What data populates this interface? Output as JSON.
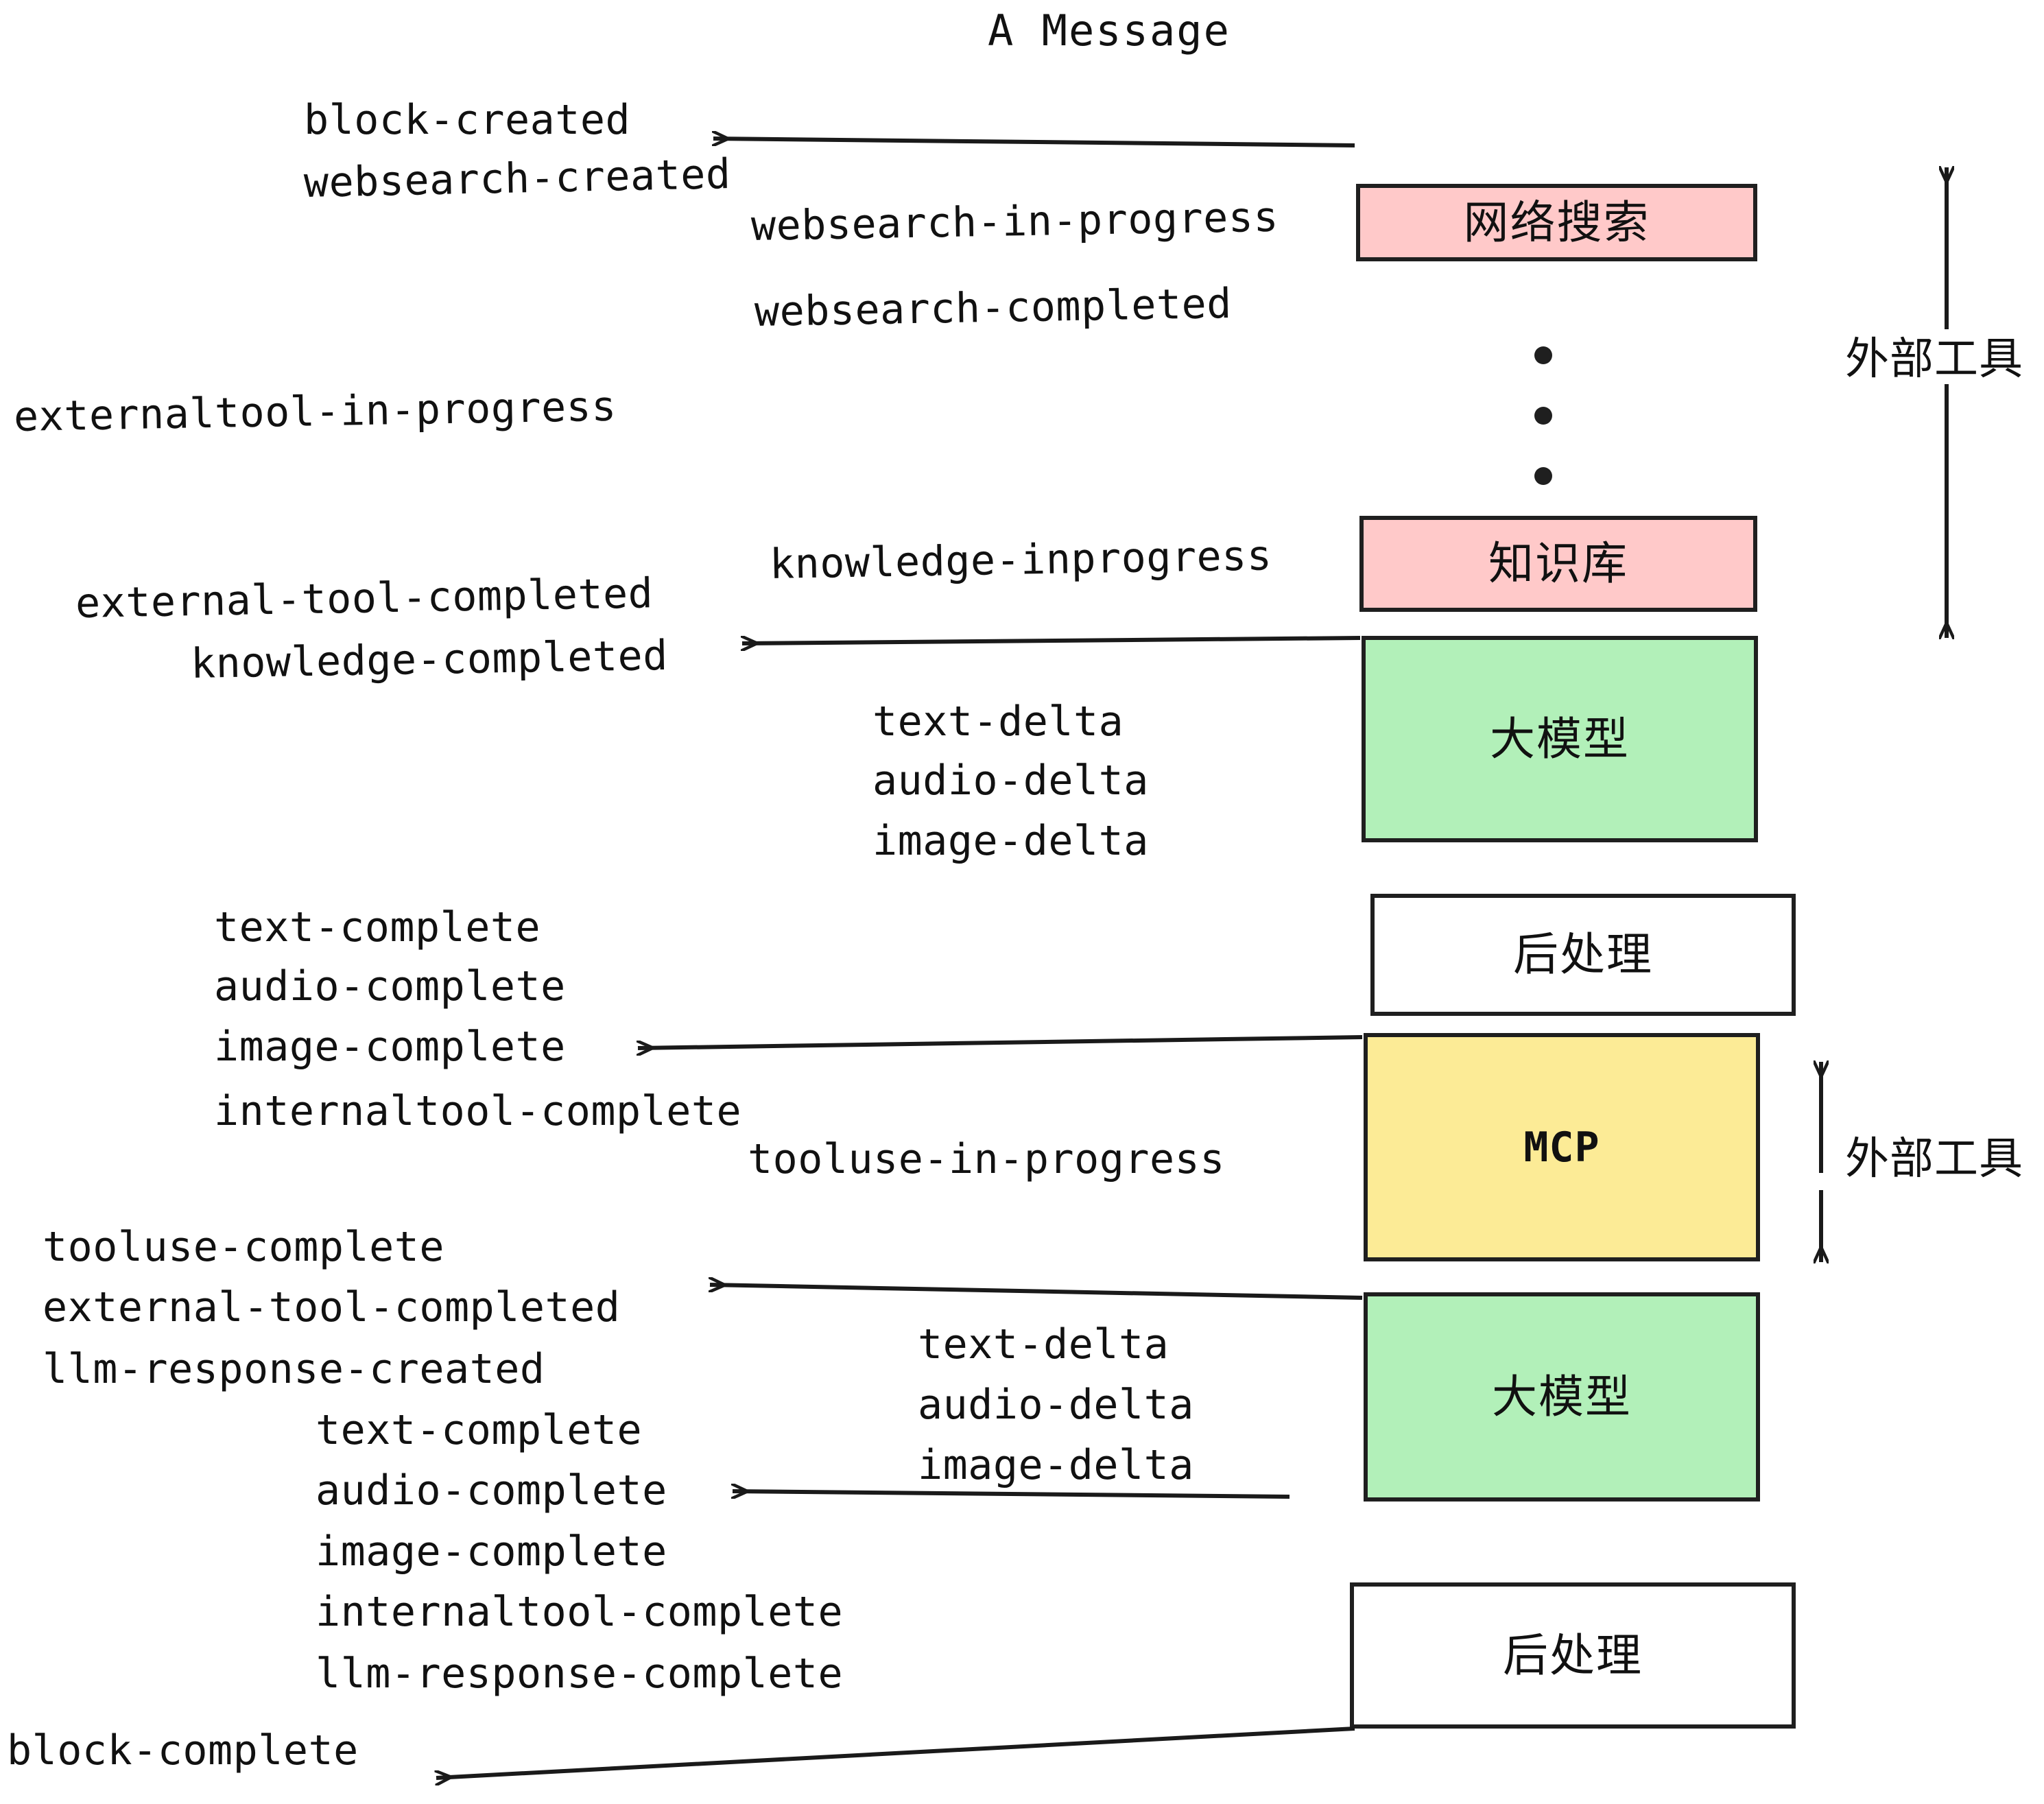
{
  "diagram": {
    "title": "A Message",
    "colors": {
      "pink": "#ffc9c9",
      "green": "#b2f0b9",
      "yellow": "#fceb96",
      "white": "#ffffff",
      "stroke": "#1f1f1f",
      "text": "#111111"
    },
    "nodes": [
      {
        "id": "websearch",
        "label": "网络搜索",
        "fill": "pink"
      },
      {
        "id": "knowledge",
        "label": "知识库",
        "fill": "pink"
      },
      {
        "id": "llm-1",
        "label": "大模型",
        "fill": "green"
      },
      {
        "id": "postprocess-1",
        "label": "后处理",
        "fill": "white"
      },
      {
        "id": "mcp",
        "label": "MCP",
        "fill": "yellow"
      },
      {
        "id": "llm-2",
        "label": "大模型",
        "fill": "green"
      },
      {
        "id": "postprocess-2",
        "label": "后处理",
        "fill": "white"
      }
    ],
    "group_labels": [
      {
        "id": "external-tools-top",
        "label": "外部工具"
      },
      {
        "id": "external-tools-bottom",
        "label": "外部工具"
      }
    ],
    "events": [
      {
        "id": "block-created",
        "label": "block-created"
      },
      {
        "id": "websearch-created",
        "label": "websearch-created"
      },
      {
        "id": "websearch-in-progress",
        "label": "websearch-in-progress"
      },
      {
        "id": "websearch-completed",
        "label": "websearch-completed"
      },
      {
        "id": "externaltool-in-progress",
        "label": "externaltool-in-progress"
      },
      {
        "id": "knowledge-inprogress",
        "label": "knowledge-inprogress"
      },
      {
        "id": "external-tool-completed-1",
        "label": "external-tool-completed"
      },
      {
        "id": "knowledge-completed",
        "label": "knowledge-completed"
      },
      {
        "id": "text-delta-1",
        "label": "text-delta"
      },
      {
        "id": "audio-delta-1",
        "label": "audio-delta"
      },
      {
        "id": "image-delta-1",
        "label": "image-delta"
      },
      {
        "id": "text-complete-1",
        "label": "text-complete"
      },
      {
        "id": "audio-complete-1",
        "label": "audio-complete"
      },
      {
        "id": "image-complete-1",
        "label": "image-complete"
      },
      {
        "id": "internaltool-complete-1",
        "label": "internaltool-complete"
      },
      {
        "id": "tooluse-in-progress",
        "label": "tooluse-in-progress"
      },
      {
        "id": "tooluse-complete",
        "label": "tooluse-complete"
      },
      {
        "id": "external-tool-completed-2",
        "label": "external-tool-completed"
      },
      {
        "id": "llm-response-created",
        "label": "llm-response-created"
      },
      {
        "id": "text-delta-2",
        "label": "text-delta"
      },
      {
        "id": "audio-delta-2",
        "label": "audio-delta"
      },
      {
        "id": "image-delta-2",
        "label": "image-delta"
      },
      {
        "id": "text-complete-2",
        "label": "text-complete"
      },
      {
        "id": "audio-complete-2",
        "label": "audio-complete"
      },
      {
        "id": "image-complete-2",
        "label": "image-complete"
      },
      {
        "id": "internaltool-complete-2",
        "label": "internaltool-complete"
      },
      {
        "id": "llm-response-complete",
        "label": "llm-response-complete"
      },
      {
        "id": "block-complete",
        "label": "block-complete"
      }
    ],
    "ellipsis_glyph": "vertical-three-dots"
  }
}
